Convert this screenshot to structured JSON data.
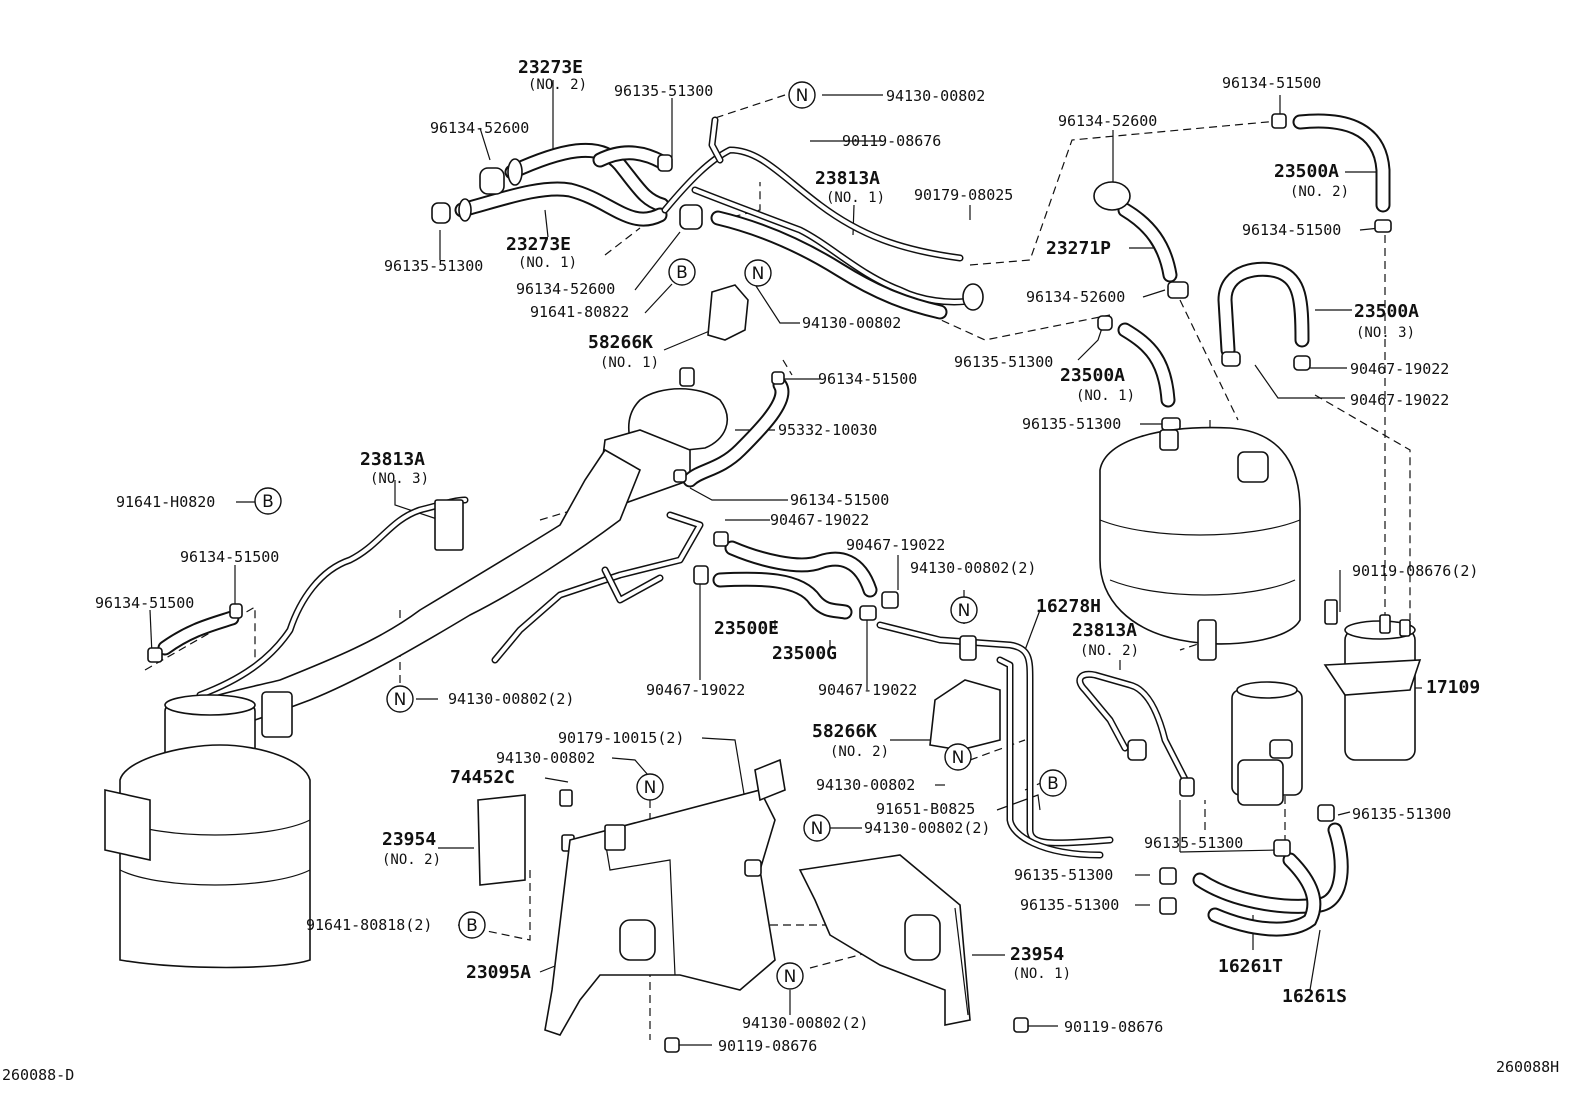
{
  "parts": {
    "p23273E_2": "23273E",
    "p23273E_2_sub": "(NO. 2)",
    "p96135_51300_a": "96135-51300",
    "p94130_00802_a": "94130-00802",
    "p96134_52600_a": "96134-52600",
    "p90119_08676_a": "90119-08676",
    "p23813A_1": "23813A",
    "p23813A_1_sub": "(NO. 1)",
    "p90179_08025": "90179-08025",
    "p23273E_1": "23273E",
    "p23273E_1_sub": "(NO. 1)",
    "p96135_51300_b": "96135-51300",
    "p96134_52600_b": "96134-52600",
    "p91641_80822": "91641-80822",
    "p94130_00802_b": "94130-00802",
    "p58266K_1": "58266K",
    "p58266K_1_sub": "(NO. 1)",
    "p96134_52600_c": "96134-52600",
    "p23271P": "23271P",
    "p96134_52600_d": "96134-52600",
    "p96135_51300_c": "96135-51300",
    "p96134_51500_a": "96134-51500",
    "p23500A_2": "23500A",
    "p23500A_2_sub": "(NO. 2)",
    "p96134_51500_b": "96134-51500",
    "p23500A_3": "23500A",
    "p23500A_3_sub": "(NO. 3)",
    "p90467_19022_a": "90467-19022",
    "p90467_19022_b": "90467-19022",
    "p23500A_1": "23500A",
    "p23500A_1_sub": "(NO. 1)",
    "p96135_51300_d": "96135-51300",
    "p96134_51500_c": "96134-51500",
    "p95332_10030": "95332-10030",
    "p96134_51500_d": "96134-51500",
    "p23813A_3": "23813A",
    "p23813A_3_sub": "(NO. 3)",
    "p91641_H0820": "91641-H0820",
    "p96134_51500_e": "96134-51500",
    "p96134_51500_f": "96134-51500",
    "p90467_19022_c": "90467-19022",
    "p90467_19022_d": "90467-19022",
    "p94130_00802_2_a": "94130-00802(2)",
    "p16278H": "16278H",
    "p23813A_2": "23813A",
    "p23813A_2_sub": "(NO. 2)",
    "p90119_08676_2": "90119-08676(2)",
    "p23500E": "23500E",
    "p23500G": "23500G",
    "p17109": "17109",
    "p90467_19022_e": "90467-19022",
    "p90467_19022_f": "90467-19022",
    "p94130_00802_2_b": "94130-00802(2)",
    "p90179_10015_2": "90179-10015(2)",
    "p94130_00802_c": "94130-00802",
    "p58266K_2": "58266K",
    "p58266K_2_sub": "(NO. 2)",
    "p74452C": "74452C",
    "p94130_00802_d": "94130-00802",
    "p91651_B0825": "91651-B0825",
    "p23954_2": "23954",
    "p23954_2_sub": "(NO. 2)",
    "p94130_00802_2_c": "94130-00802(2)",
    "p96135_51300_e": "96135-51300",
    "p96135_51300_f": "96135-51300",
    "p96135_51300_g": "96135-51300",
    "p96135_51300_h": "96135-51300",
    "p91641_80818_2": "91641-80818(2)",
    "p23954_1": "23954",
    "p23954_1_sub": "(NO. 1)",
    "p16261T": "16261T",
    "p23095A": "23095A",
    "p16261S": "16261S",
    "p94130_00802_2_d": "94130-00802(2)",
    "p90119_08676_c": "90119-08676",
    "p90119_08676_d": "90119-08676"
  },
  "callouts": {
    "n": "N",
    "b": "B"
  },
  "footer": {
    "left_code": "260088-D",
    "right_code": "260088H"
  }
}
